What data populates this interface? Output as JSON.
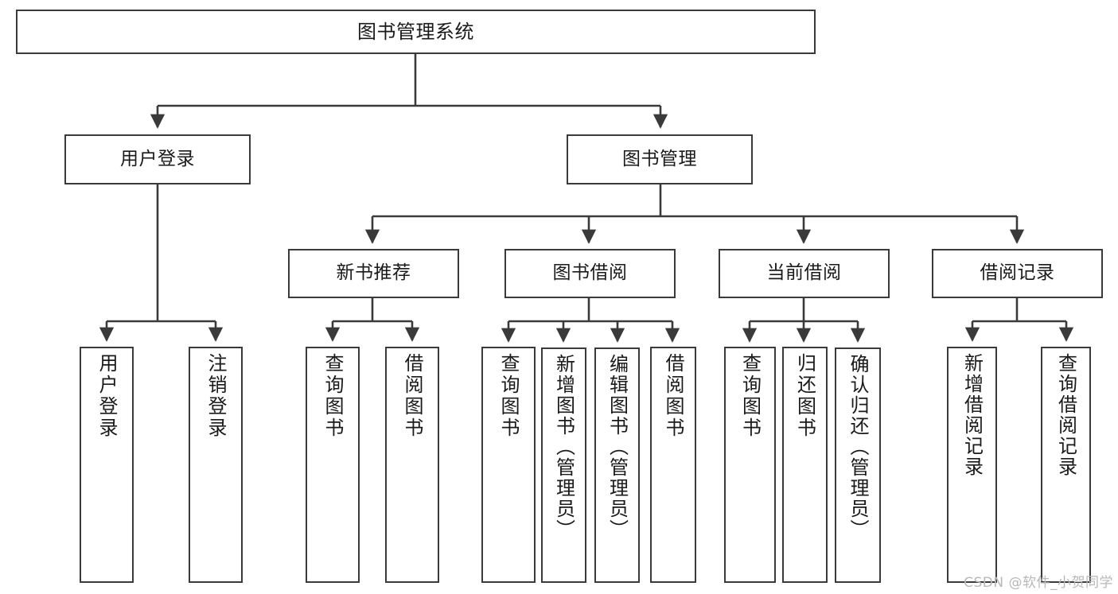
{
  "diagram": {
    "type": "tree-hierarchy-chart",
    "title": "图书管理系统",
    "line_color": "#3a3a3a",
    "box_fill": "#ffffff",
    "text_color": "#1a1a1a",
    "levels": {
      "root": {
        "label": "图书管理系统"
      },
      "level2": [
        {
          "label": "用户登录"
        },
        {
          "label": "图书管理"
        }
      ],
      "level3": [
        {
          "label": "新书推荐"
        },
        {
          "label": "图书借阅"
        },
        {
          "label": "当前借阅"
        },
        {
          "label": "借阅记录"
        }
      ],
      "leaves": {
        "user_login": [
          {
            "label": "用户登录"
          },
          {
            "label": "注销登录"
          }
        ],
        "new_book": [
          {
            "label": "查询图书"
          },
          {
            "label": "借阅图书"
          }
        ],
        "book_borrow": [
          {
            "label": "查询图书"
          },
          {
            "label": "新增图书（管理员）"
          },
          {
            "label": "编辑图书（管理员）"
          },
          {
            "label": "借阅图书"
          }
        ],
        "current_borrow": [
          {
            "label": "查询图书"
          },
          {
            "label": "归还图书"
          },
          {
            "label": "确认归还（管理员）"
          }
        ],
        "borrow_record": [
          {
            "label": "新增借阅记录"
          },
          {
            "label": "查询借阅记录"
          }
        ]
      }
    }
  },
  "watermark": {
    "text": "CSDN @软件_小贺同学"
  }
}
